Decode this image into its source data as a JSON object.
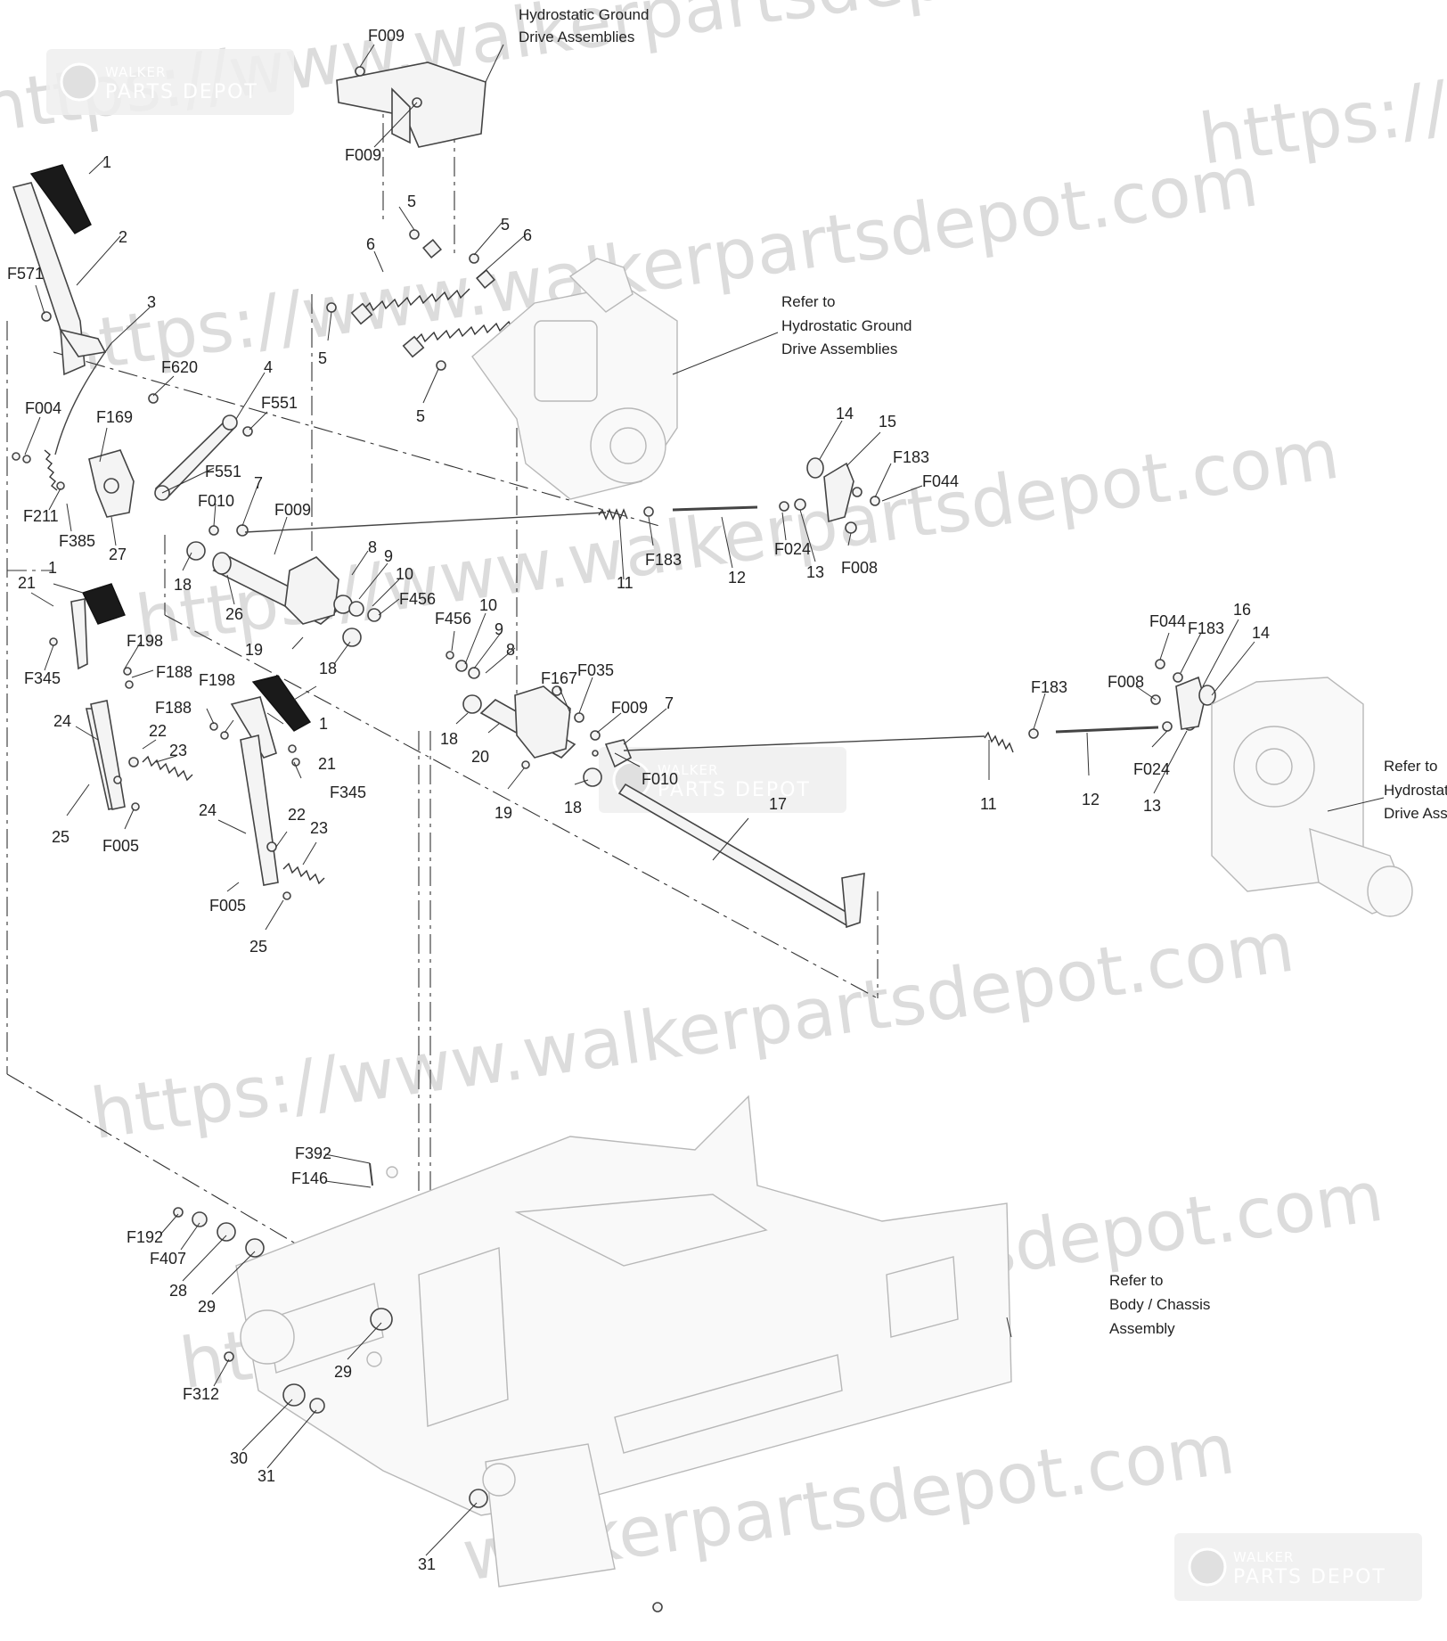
{
  "watermark": {
    "text_a": "https://www.walkerpartsdepot.com",
    "text_b": "walkerpartsdepot.com",
    "text_c": "https://",
    "brand_line1": "WALKER",
    "brand_line2": "PARTS DEPOT"
  },
  "notes": {
    "top_line1": "Hydrostatic Ground",
    "top_line2": "Drive Assemblies",
    "mid_line1": "Refer to",
    "mid_line2": "Hydrostatic Ground",
    "mid_line3": "Drive Assemblies",
    "right_line1": "Refer to",
    "right_line2": "Hydrostatic",
    "right_line3": "Drive Assem",
    "body_line1": "Refer to",
    "body_line2": "Body / Chassis",
    "body_line3": "Assembly"
  },
  "callouts": [
    {
      "id": "c1",
      "text": "F009"
    },
    {
      "id": "c2",
      "text": "F009"
    },
    {
      "id": "c3",
      "text": "1"
    },
    {
      "id": "c4",
      "text": "2"
    },
    {
      "id": "c5",
      "text": "F571"
    },
    {
      "id": "c6",
      "text": "3"
    },
    {
      "id": "c7",
      "text": "5"
    },
    {
      "id": "c8",
      "text": "6"
    },
    {
      "id": "c9",
      "text": "5"
    },
    {
      "id": "c10",
      "text": "6"
    },
    {
      "id": "c11",
      "text": "5"
    },
    {
      "id": "c12",
      "text": "5"
    },
    {
      "id": "c13",
      "text": "F620"
    },
    {
      "id": "c14",
      "text": "4"
    },
    {
      "id": "c15",
      "text": "F551"
    },
    {
      "id": "c16",
      "text": "F004"
    },
    {
      "id": "c17",
      "text": "F169"
    },
    {
      "id": "c18",
      "text": "F551"
    },
    {
      "id": "c19",
      "text": "F010"
    },
    {
      "id": "c20",
      "text": "7"
    },
    {
      "id": "c21",
      "text": "F211"
    },
    {
      "id": "c22",
      "text": "F385"
    },
    {
      "id": "c23",
      "text": "27"
    },
    {
      "id": "c24",
      "text": "F009"
    },
    {
      "id": "c25",
      "text": "14"
    },
    {
      "id": "c26",
      "text": "15"
    },
    {
      "id": "c27",
      "text": "F183"
    },
    {
      "id": "c28",
      "text": "F044"
    },
    {
      "id": "c29",
      "text": "8"
    },
    {
      "id": "c30",
      "text": "9"
    },
    {
      "id": "c31",
      "text": "10"
    },
    {
      "id": "c32",
      "text": "F456"
    },
    {
      "id": "c33",
      "text": "18"
    },
    {
      "id": "c34",
      "text": "26"
    },
    {
      "id": "c35",
      "text": "11"
    },
    {
      "id": "c36",
      "text": "F183"
    },
    {
      "id": "c37",
      "text": "12"
    },
    {
      "id": "c38",
      "text": "F024"
    },
    {
      "id": "c39",
      "text": "13"
    },
    {
      "id": "c40",
      "text": "F008"
    },
    {
      "id": "c41",
      "text": "21"
    },
    {
      "id": "c42",
      "text": "1"
    },
    {
      "id": "c43",
      "text": "F345"
    },
    {
      "id": "c44",
      "text": "F198"
    },
    {
      "id": "c45",
      "text": "F188"
    },
    {
      "id": "c46",
      "text": "19"
    },
    {
      "id": "c47",
      "text": "18"
    },
    {
      "id": "c48",
      "text": "F456"
    },
    {
      "id": "c49",
      "text": "10"
    },
    {
      "id": "c50",
      "text": "9"
    },
    {
      "id": "c51",
      "text": "8"
    },
    {
      "id": "c52",
      "text": "F167"
    },
    {
      "id": "c53",
      "text": "F035"
    },
    {
      "id": "c54",
      "text": "F009"
    },
    {
      "id": "c55",
      "text": "7"
    },
    {
      "id": "c56",
      "text": "F044"
    },
    {
      "id": "c57",
      "text": "F183"
    },
    {
      "id": "c58",
      "text": "16"
    },
    {
      "id": "c59",
      "text": "14"
    },
    {
      "id": "c60",
      "text": "F183"
    },
    {
      "id": "c61",
      "text": "F008"
    },
    {
      "id": "c62",
      "text": "24"
    },
    {
      "id": "c63",
      "text": "F188"
    },
    {
      "id": "c64",
      "text": "F198"
    },
    {
      "id": "c65",
      "text": "1"
    },
    {
      "id": "c66",
      "text": "22"
    },
    {
      "id": "c67",
      "text": "23"
    },
    {
      "id": "c68",
      "text": "21"
    },
    {
      "id": "c69",
      "text": "F345"
    },
    {
      "id": "c70",
      "text": "18"
    },
    {
      "id": "c71",
      "text": "20"
    },
    {
      "id": "c72",
      "text": "F010"
    },
    {
      "id": "c73",
      "text": "19"
    },
    {
      "id": "c74",
      "text": "18"
    },
    {
      "id": "c75",
      "text": "17"
    },
    {
      "id": "c76",
      "text": "11"
    },
    {
      "id": "c77",
      "text": "12"
    },
    {
      "id": "c78",
      "text": "F024"
    },
    {
      "id": "c79",
      "text": "13"
    },
    {
      "id": "c80",
      "text": "25"
    },
    {
      "id": "c81",
      "text": "F005"
    },
    {
      "id": "c82",
      "text": "24"
    },
    {
      "id": "c83",
      "text": "22"
    },
    {
      "id": "c84",
      "text": "23"
    },
    {
      "id": "c85",
      "text": "F005"
    },
    {
      "id": "c86",
      "text": "25"
    },
    {
      "id": "c87",
      "text": "F392"
    },
    {
      "id": "c88",
      "text": "F146"
    },
    {
      "id": "c89",
      "text": "F192"
    },
    {
      "id": "c90",
      "text": "F407"
    },
    {
      "id": "c91",
      "text": "28"
    },
    {
      "id": "c92",
      "text": "29"
    },
    {
      "id": "c93",
      "text": "29"
    },
    {
      "id": "c94",
      "text": "F312"
    },
    {
      "id": "c95",
      "text": "30"
    },
    {
      "id": "c96",
      "text": "31"
    },
    {
      "id": "c97",
      "text": "31"
    }
  ]
}
